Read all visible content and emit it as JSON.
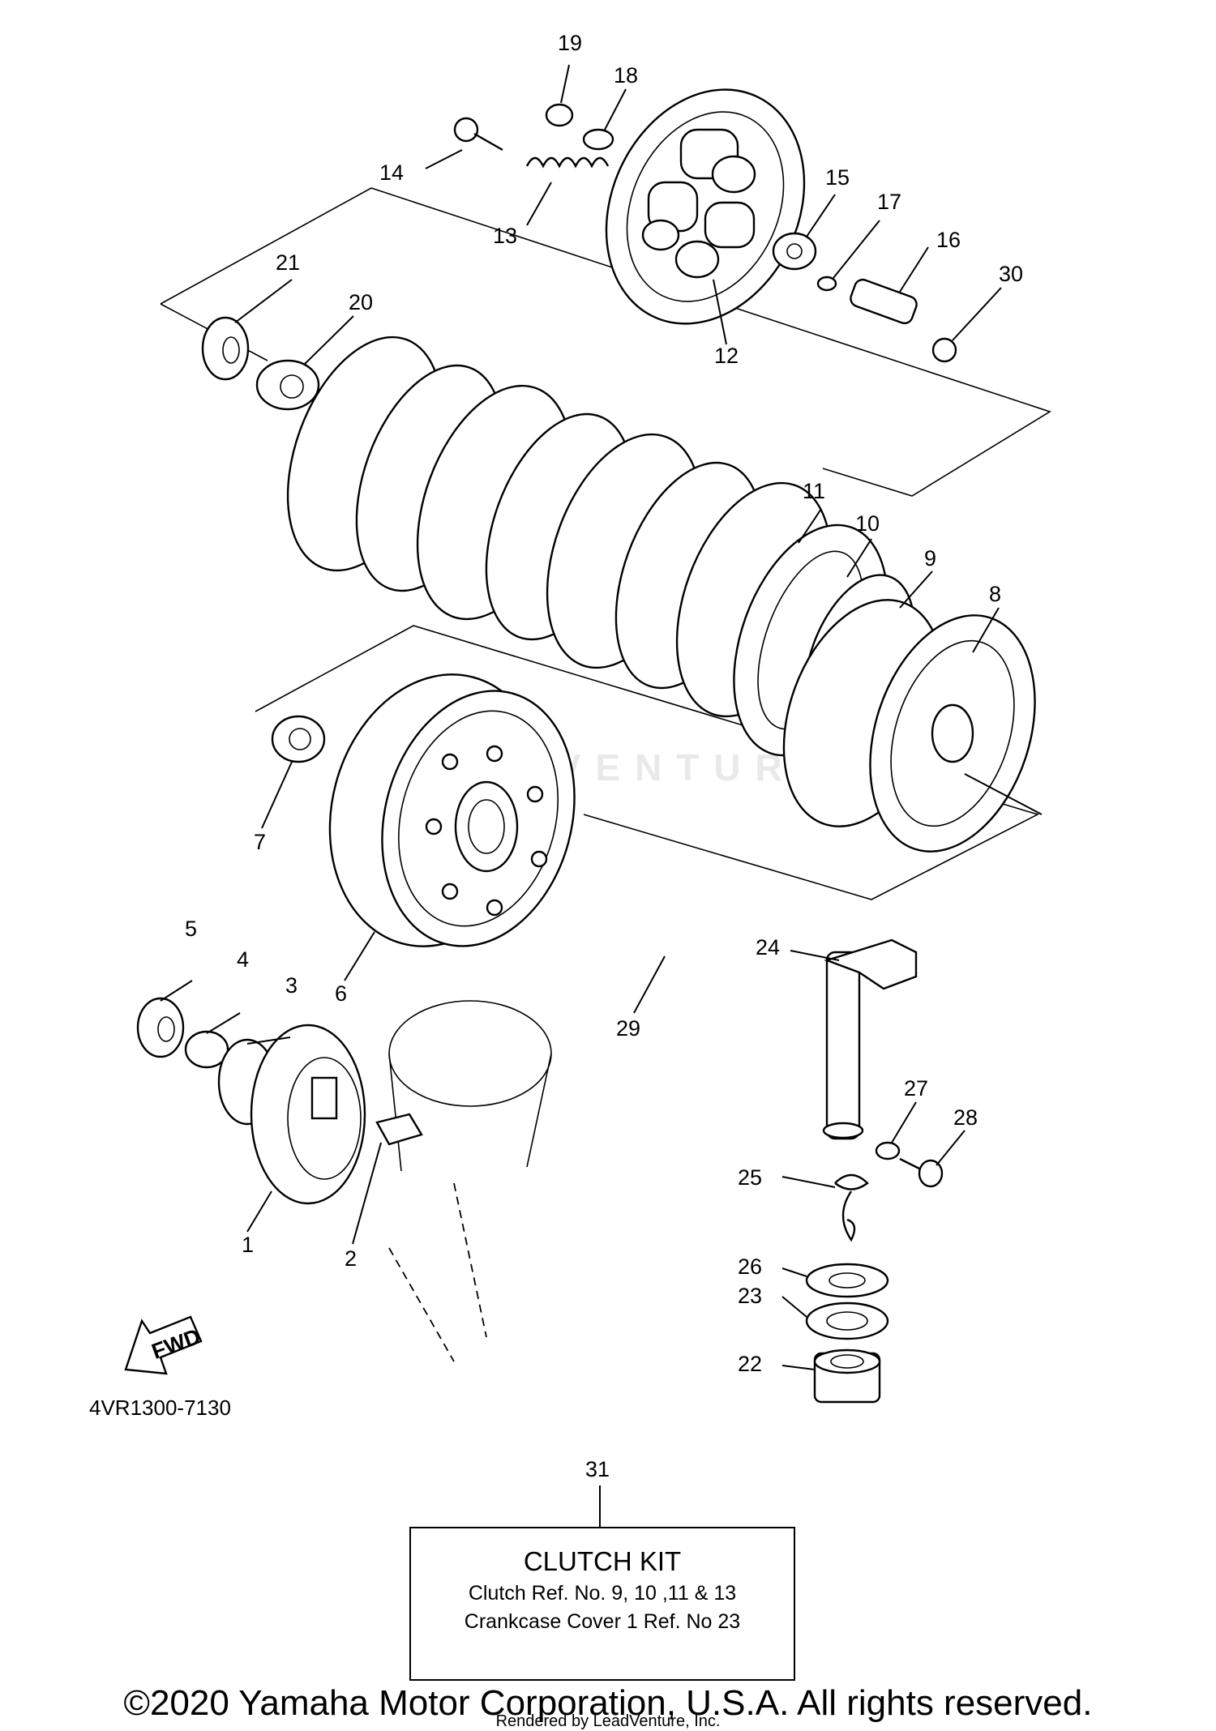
{
  "diagram": {
    "watermark": "LEADVENTURE",
    "drawing_number": "4VR1300-7130",
    "fwd_label": "FWD",
    "reference_numbers": [
      "1",
      "2",
      "3",
      "4",
      "5",
      "6",
      "7",
      "8",
      "9",
      "10",
      "11",
      "12",
      "13",
      "14",
      "15",
      "16",
      "17",
      "18",
      "19",
      "20",
      "21",
      "22",
      "23",
      "24",
      "25",
      "26",
      "27",
      "28",
      "29",
      "30",
      "31"
    ]
  },
  "kit_box": {
    "ref": "31",
    "title": "CLUTCH KIT",
    "line1": "Clutch Ref. No. 9, 10 ,11 & 13",
    "line2": "Crankcase Cover 1 Ref. No 23"
  },
  "footer": {
    "copyright": "©2020 Yamaha Motor Corporation, U.S.A. All rights reserved.",
    "rendered_by": "Rendered by LeadVenture, Inc."
  }
}
